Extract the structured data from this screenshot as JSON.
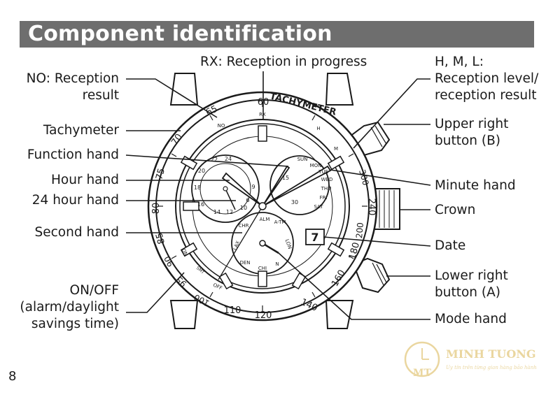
{
  "title": "Component identification",
  "labels": {
    "rx": "RX: Reception in progress",
    "no_line1": "NO: Reception",
    "no_line2": "result",
    "tachymeter": "Tachymeter",
    "function_hand": "Function hand",
    "hour_hand": "Hour hand",
    "hand_24": "24 hour hand",
    "second_hand": "Second hand",
    "onoff_line1": "ON/OFF",
    "onoff_line2": "(alarm/daylight",
    "onoff_line3": "savings time)",
    "hml_line1": "H, M, L:",
    "hml_line2": "Reception level/",
    "hml_line3": "reception result",
    "upper_btn_line1": "Upper right",
    "upper_btn_line2": "button (B)",
    "minute_hand": "Minute hand",
    "crown": "Crown",
    "date": "Date",
    "lower_btn_line1": "Lower right",
    "lower_btn_line2": "button (A)",
    "mode_hand": "Mode hand"
  },
  "dial": {
    "bezel_numbers": [
      "60",
      "65",
      "70",
      "75",
      "80",
      "85",
      "90",
      "95",
      "100",
      "110",
      "120",
      "140",
      "160",
      "180",
      "200",
      "240",
      "300"
    ],
    "bezel_word": "TACHYMETER",
    "rx": "RX",
    "no": "NO",
    "h": "H",
    "m": "M",
    "days": [
      "SUN",
      "MON",
      "TUE",
      "WED",
      "THU",
      "FRI",
      "SAT"
    ],
    "sub24": [
      "24",
      "20",
      "18",
      "16",
      "14",
      "12",
      "10",
      "22"
    ],
    "sub_left_small": [
      "9",
      "6"
    ],
    "sub_right": [
      "15",
      "30"
    ],
    "modes": [
      "ALM",
      "A-TM",
      "LON",
      "CHI",
      "DEN",
      "LAX",
      "CHR",
      "N"
    ],
    "onoff": "ON",
    "smt": "SMT",
    "off": "OFF",
    "date_value": "7"
  },
  "page_number": "8",
  "watermark": {
    "brand": "MINH TUONG",
    "monogram": "MT",
    "tagline": "Uy tín trên từng gian hàng bảo hành"
  }
}
